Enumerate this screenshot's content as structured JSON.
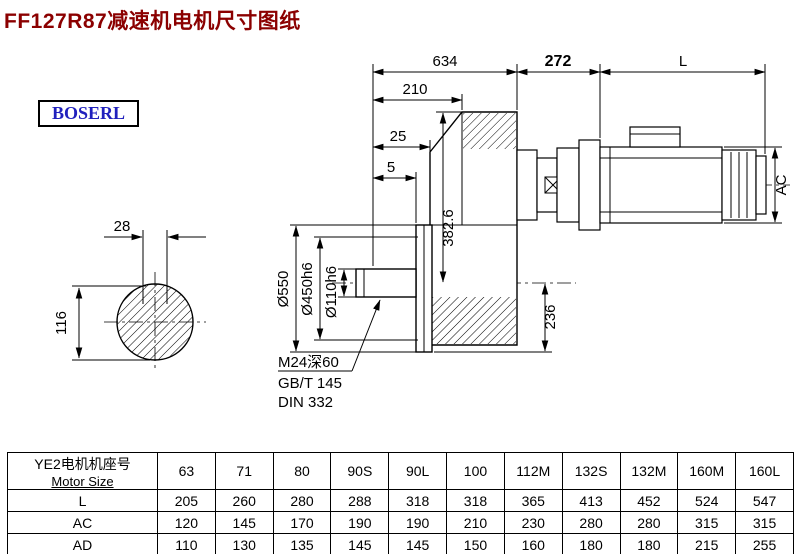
{
  "page": {
    "title": "FF127R87减速机电机尺寸图纸",
    "logo": "BOSERL",
    "title_color": "#8b0000",
    "logo_color": "#2121bd"
  },
  "drawing": {
    "dim_634": "634",
    "dim_272": "272",
    "dim_L": "L",
    "dim_210": "210",
    "dim_25": "25",
    "dim_5": "5",
    "dim_28": "28",
    "dim_116": "116",
    "dia_550": "Ø550",
    "dia_450": "Ø450h6",
    "dia_110": "Ø110h6",
    "dim_382_6": "382.6",
    "dim_236": "236",
    "dim_AC": "AC",
    "thread_note": "M24深60",
    "std_gb": "GB/T 145",
    "std_din": "DIN 332"
  },
  "table": {
    "header_zh": "YE2电机机座号",
    "header_en": "Motor Size",
    "columns": [
      "63",
      "71",
      "80",
      "90S",
      "90L",
      "100",
      "112M",
      "132S",
      "132M",
      "160M",
      "160L"
    ],
    "rows": [
      {
        "label": "L",
        "values": [
          "205",
          "260",
          "280",
          "288",
          "318",
          "318",
          "365",
          "413",
          "452",
          "524",
          "547"
        ]
      },
      {
        "label": "AC",
        "values": [
          "120",
          "145",
          "170",
          "190",
          "190",
          "210",
          "230",
          "280",
          "280",
          "315",
          "315"
        ]
      },
      {
        "label": "AD",
        "values": [
          "110",
          "130",
          "135",
          "145",
          "145",
          "150",
          "160",
          "180",
          "180",
          "215",
          "255"
        ]
      }
    ]
  }
}
